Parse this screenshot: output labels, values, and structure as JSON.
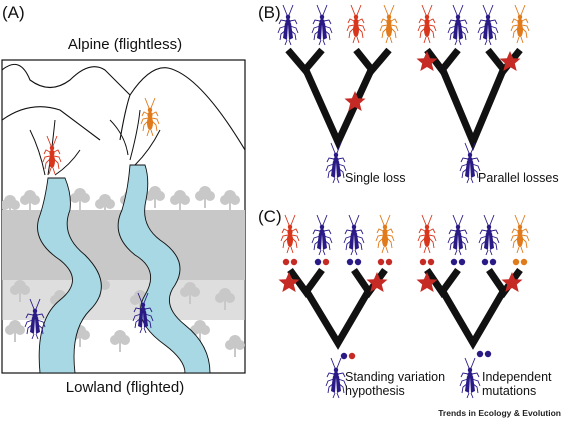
{
  "figure": {
    "panel_a": {
      "label": "(A)",
      "top_caption": "Alpine (flightless)",
      "bottom_caption": "Lowland (flighted)"
    },
    "panel_b": {
      "label": "(B)",
      "left_tree_caption": "Single loss",
      "right_tree_caption": "Parallel losses"
    },
    "panel_c": {
      "label": "(C)",
      "left_tree_caption_line1": "Standing variation",
      "left_tree_caption_line2": "hypothesis",
      "right_tree_caption_line1": "Independent",
      "right_tree_caption_line2": "mutations"
    },
    "credit": "Trends in Ecology & Evolution"
  },
  "colors": {
    "flighted_insect": "#2a1a86",
    "flightless_red": "#d8361c",
    "flightless_orange": "#e07a1a",
    "star": "#c62a24",
    "river": "#a8d8e4",
    "forest": "#c8c8c8",
    "branch": "#111111"
  },
  "icons": [
    "stonefly-insect-icon",
    "mutation-star-icon",
    "allele-dot-icon"
  ]
}
